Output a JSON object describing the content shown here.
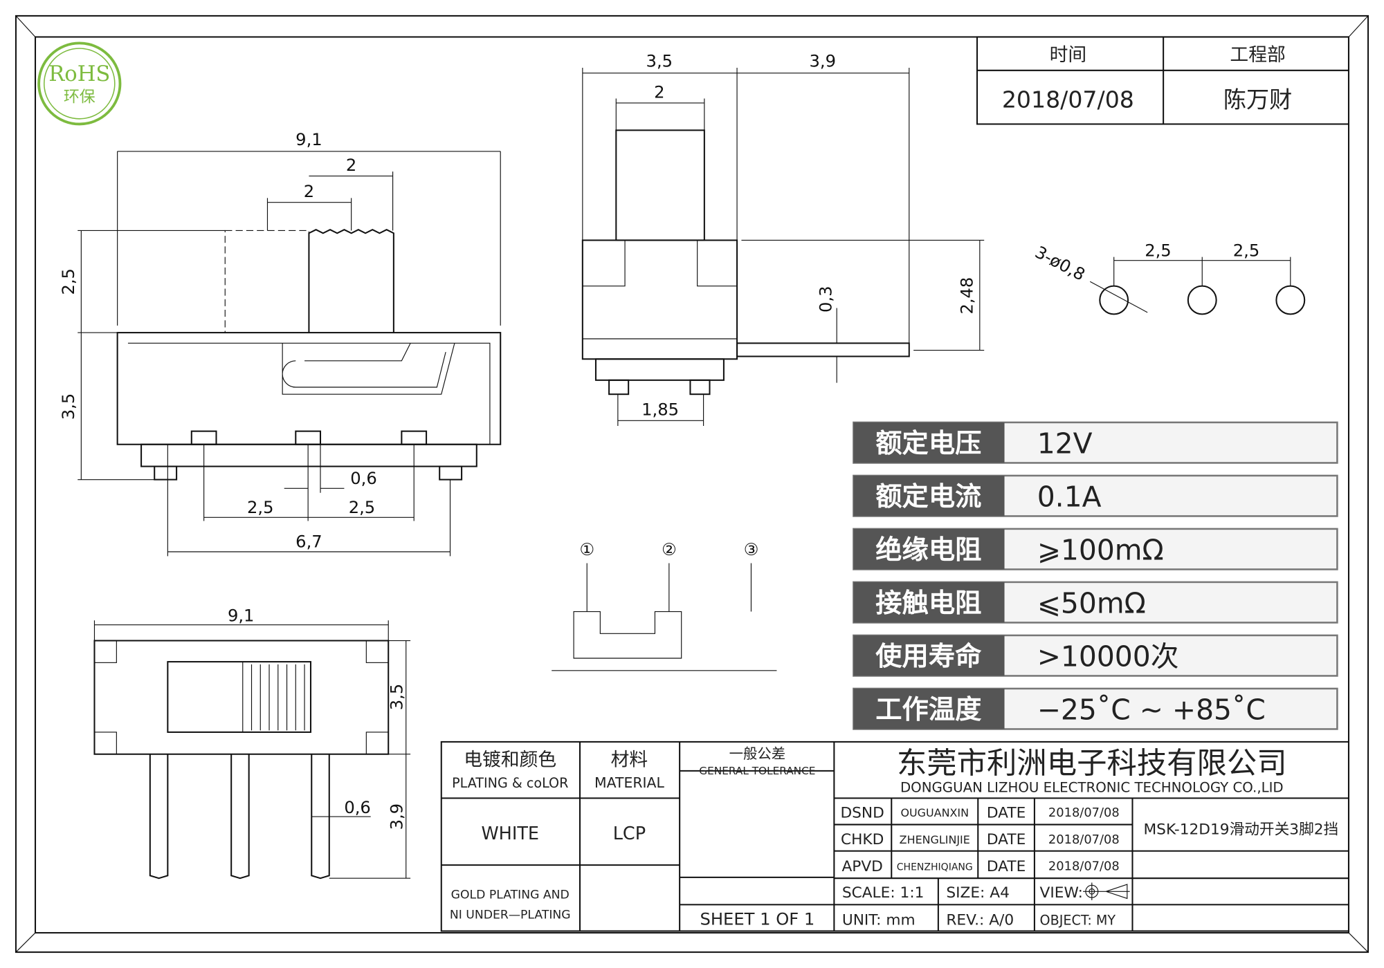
{
  "logo": {
    "text": "RoHS",
    "subtext": "环保",
    "color": "#7dbb3f"
  },
  "top_table": {
    "headers": [
      "时间",
      "工程部"
    ],
    "values": [
      "2018/07/08",
      "陈万财"
    ]
  },
  "dimensions": {
    "front_width": "9,1",
    "front_slider_travel": "2",
    "front_slider_width": "2",
    "front_actuator_height": "2,5",
    "front_body_height": "3,5",
    "front_pin_width": "0,6",
    "front_pitch_left": "2,5",
    "front_pitch_right": "2,5",
    "front_pin_span": "6,7",
    "side_body_width": "3,5",
    "side_lever_length": "3,9",
    "side_actuator_width": "2",
    "side_lever_thickness": "0,3",
    "side_height": "2,48",
    "side_pin_span": "1,85",
    "pcb_holes": "3-ø0,8",
    "pcb_pitch_1": "2,5",
    "pcb_pitch_2": "2,5",
    "bottom_width": "9,1",
    "bottom_body_height": "3,5",
    "bottom_pin_length": "3,9",
    "bottom_pin_width": "0,6"
  },
  "schematic": {
    "pins": [
      "①",
      "②",
      "③"
    ]
  },
  "specs": [
    {
      "label": "额定电压",
      "value": "12V"
    },
    {
      "label": "额定电流",
      "value": "0.1A"
    },
    {
      "label": "绝缘电阻",
      "value": "⩾100mΩ"
    },
    {
      "label": "接触电阻",
      "value": "⩽50mΩ"
    },
    {
      "label": "使用寿命",
      "value": ">10000次"
    },
    {
      "label": "工作温度",
      "value": "−25˚C ~ +85˚C"
    }
  ],
  "spec_colors": {
    "label_bg": "#555555",
    "value_bg": "#f4f4f4"
  },
  "title_block": {
    "plating_header_cn": "电镀和颜色",
    "plating_header_en": "PLATING & coLOR",
    "material_header_cn": "材料",
    "material_header_en": "MATERIAL",
    "tolerance_cn": "一般公差",
    "tolerance_en": "GENERAL TOLERANCE",
    "color": "WHITE",
    "material": "LCP",
    "plating_line1": "GOLD PLATING AND",
    "plating_line2": "NI UNDER—PLATING",
    "sheet": "SHEET 1 OF 1",
    "company_cn": "东莞市利洲电子科技有限公司",
    "company_en": "DONGGUAN LIZHOU ELECTRONIC TECHNOLOGY CO.,LID",
    "rows": [
      {
        "role": "DSND",
        "name": "OUGUANXIN",
        "date_label": "DATE",
        "date": "2018/07/08"
      },
      {
        "role": "CHKD",
        "name": "ZHENGLINJIE",
        "date_label": "DATE",
        "date": "2018/07/08"
      },
      {
        "role": "APVD",
        "name": "CHENZHIQIANG",
        "date_label": "DATE",
        "date": "2018/07/08"
      }
    ],
    "part_name": "MSK-12D19滑动开关3脚2挡",
    "scale": "SCALE:  1:1",
    "size": "SIZE:  A4",
    "view": "VIEW:",
    "unit": "UNIT:  mm",
    "rev": "REV.:  A/0",
    "object": "OBJECT:  MY"
  }
}
